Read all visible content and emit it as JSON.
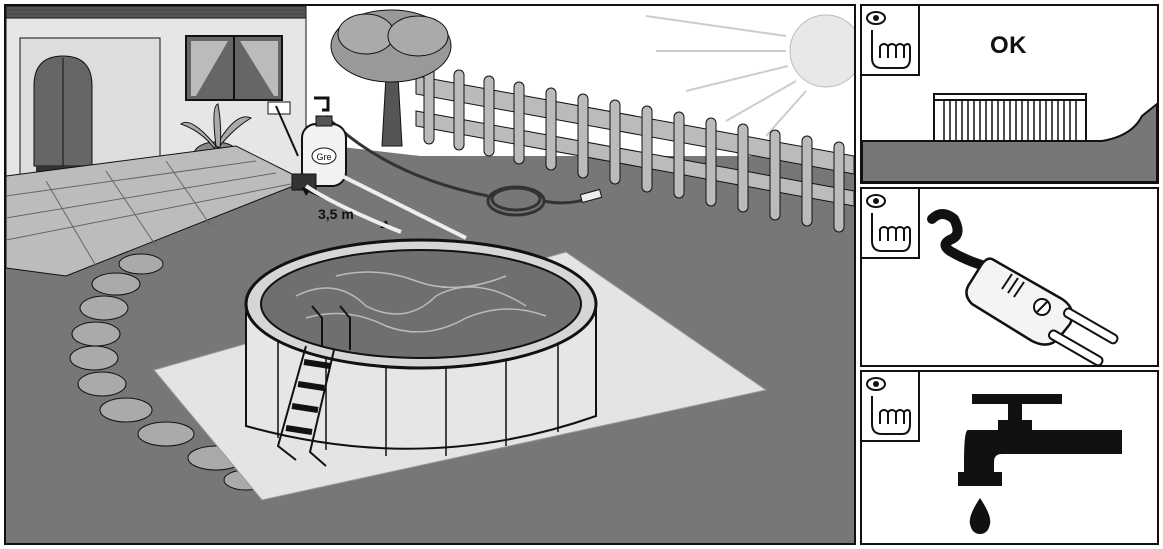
{
  "scene": {
    "distance_label": "3,5 m",
    "pump_brand": "Gre"
  },
  "steps": [
    {
      "label": "OK",
      "inspect_icon": "eye-hand-inspect-icon",
      "illustration": "level-ground-icon"
    },
    {
      "inspect_icon": "eye-hand-inspect-icon",
      "illustration": "electric-plug-icon"
    },
    {
      "inspect_icon": "eye-hand-inspect-icon",
      "illustration": "water-tap-icon"
    }
  ],
  "colors": {
    "ground": "#777777",
    "outline": "#111111",
    "panel_bg": "#ffffff"
  }
}
